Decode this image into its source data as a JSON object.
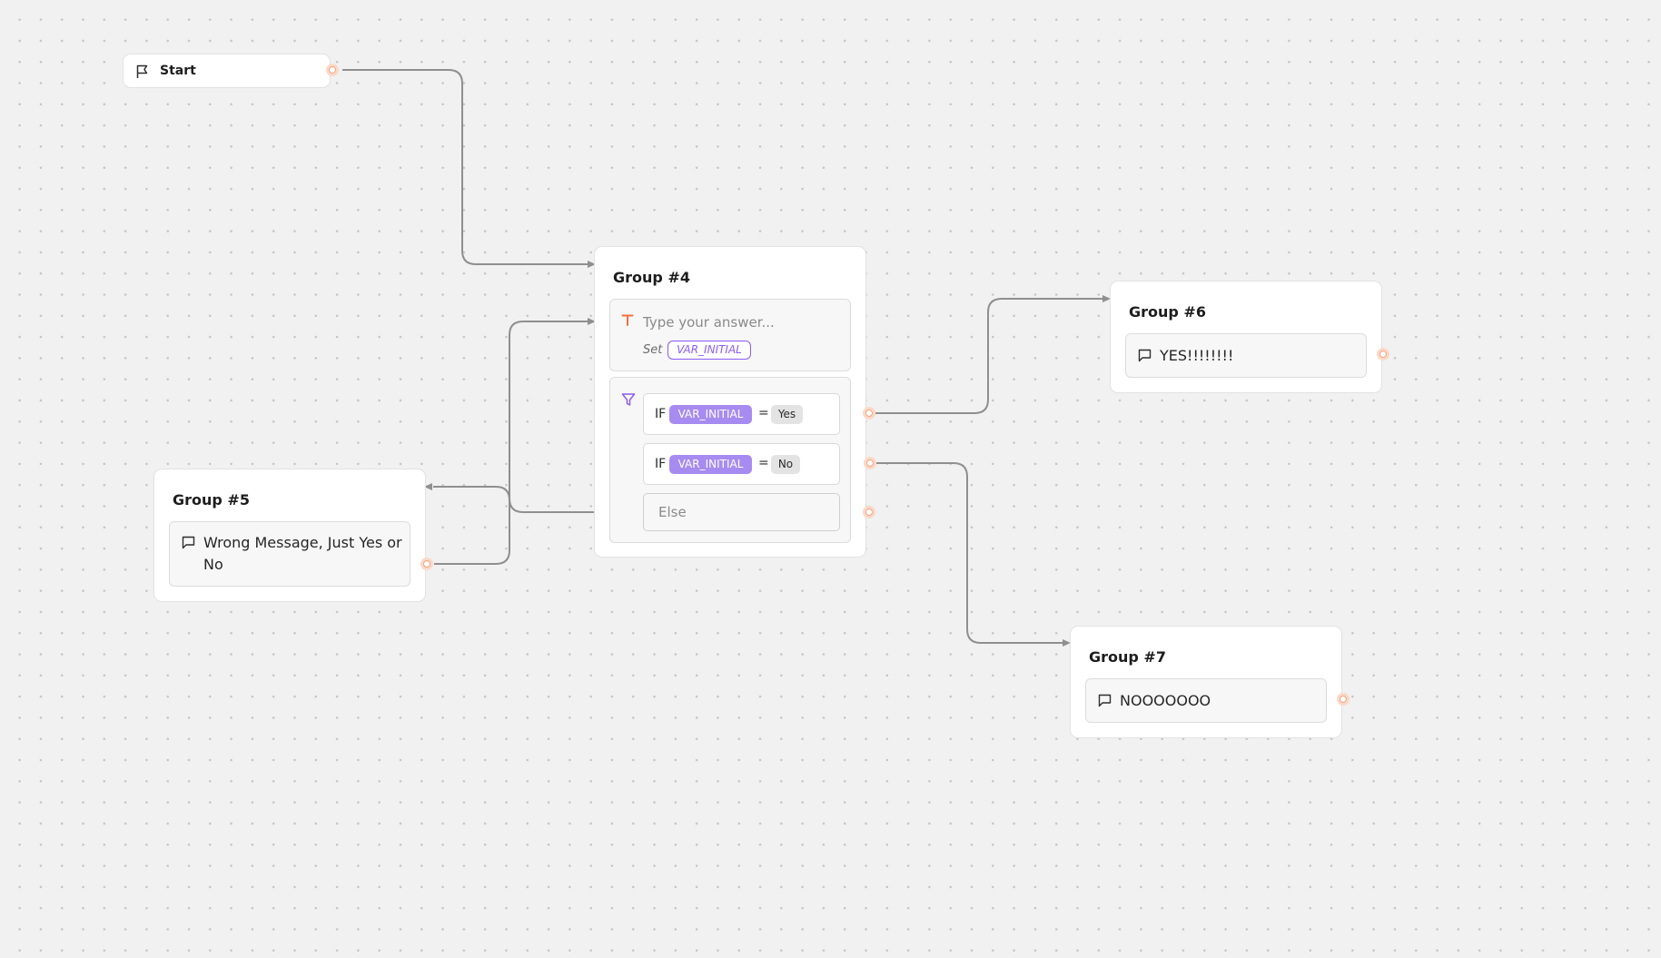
{
  "start": {
    "label": "Start"
  },
  "group4": {
    "title": "Group #4",
    "input": {
      "placeholder": "Type your answer...",
      "set_label": "Set",
      "variable": "VAR_INITIAL"
    },
    "conditions": [
      {
        "keyword": "IF",
        "variable": "VAR_INITIAL",
        "operator": "=",
        "value": "Yes"
      },
      {
        "keyword": "IF",
        "variable": "VAR_INITIAL",
        "operator": "=",
        "value": "No"
      }
    ],
    "else_label": "Else"
  },
  "group5": {
    "title": "Group #5",
    "message": "Wrong Message, Just Yes or No"
  },
  "group6": {
    "title": "Group #6",
    "message": "YES!!!!!!!!"
  },
  "group7": {
    "title": "Group #7",
    "message": "NOOOOOOO"
  },
  "colors": {
    "canvas": "#f1f1f1",
    "edge": "#8f8f8f",
    "handle": "#f5a47d",
    "variable": "#a78bf0",
    "accent_purple": "#8b5cf6",
    "text_icon": "#f26f3b"
  }
}
